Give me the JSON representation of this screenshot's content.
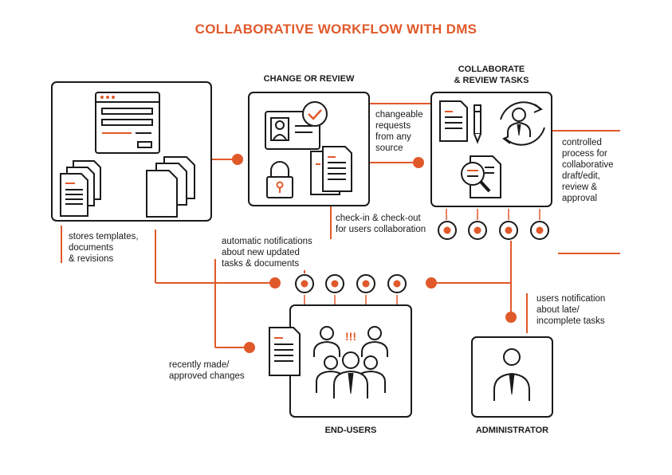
{
  "title": "COLLABORATIVE WORKFLOW WITH DMS",
  "headings": {
    "change_review": "CHANGE OR REVIEW",
    "collaborate_1": "COLLABORATE",
    "collaborate_2": "& REVIEW TASKS",
    "end_users": "END-USERS",
    "administrator": "ADMINISTRATOR"
  },
  "notes": {
    "stores": [
      "stores templates,",
      "documents",
      "& revisions"
    ],
    "changeable": [
      "changeable",
      "requests",
      "from any",
      "source"
    ],
    "controlled": [
      "controlled",
      "process for",
      "collaborative",
      "draft/edit,",
      "review &",
      "approval"
    ],
    "checkin": [
      "check-in & check-out",
      "for users collaboration"
    ],
    "automatic": [
      "automatic notifications",
      "about new updated",
      "tasks & documents"
    ],
    "users_notification": [
      "users notification",
      "about late/",
      "incomplete tasks"
    ],
    "recently": [
      "recently made/",
      "approved changes"
    ]
  },
  "colors": {
    "accent": "#e0592a",
    "line": "#1a1a1a"
  },
  "icons": [
    "browser-window-icon",
    "documents-icon",
    "id-card-icon",
    "checkmark-icon",
    "padlock-icon",
    "document-icon",
    "pen-icon",
    "refresh-cycle-icon",
    "person-icon",
    "magnifier-icon",
    "team-icon",
    "administrator-icon"
  ]
}
